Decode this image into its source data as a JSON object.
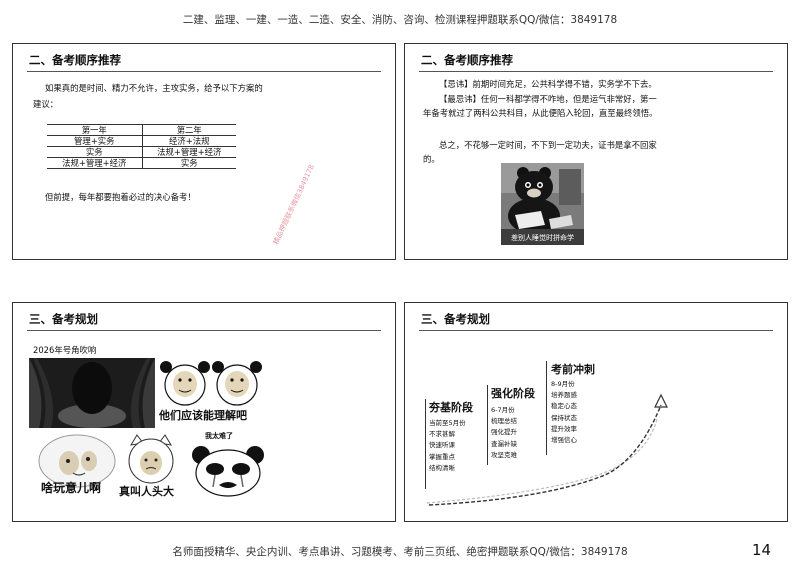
{
  "header": {
    "text": "二建、监理、一建、一造、二造、安全、消防、咨询、检测课程押题联系QQ/微信：3849178"
  },
  "footer": {
    "text": "名师面授精华、央企内训、考点串讲、习题模考、考前三页纸、绝密押题联系QQ/微信：3849178"
  },
  "page_number": "14",
  "watermark": "精品押题联系微信3849178",
  "slide1": {
    "title": "二、备考顺序推荐",
    "intro_line1": "如果真的是时间、精力不允许，主攻实务，给予以下方案的",
    "intro_line2": "建议：",
    "table": {
      "headers": [
        "第一年",
        "第二年"
      ],
      "rows": [
        [
          "管理+实务",
          "经济+法规"
        ],
        [
          "实务",
          "法规+管理+经济"
        ],
        [
          "法规+管理+经济",
          "实务"
        ]
      ]
    },
    "closing": "但前提，每年都要抱着必过的决心备考！"
  },
  "slide2": {
    "title": "二、备考顺序推荐",
    "tip_line": "【忌讳】前期时间充足，公共科学得不错，实务学不下去。",
    "taboo_line1": "【最忌讳】任何一科都学得不咋地，但是运气非常好，第一",
    "taboo_line2": "年备考就过了两科公共科目，从此便陷入轮回，直至最终领悟。",
    "summary_line1": "总之，不花够一定时间，不下到一定功夫，证书是拿不回家",
    "summary_line2": "的。",
    "image_caption": "差别人睡觉时拼命学"
  },
  "slide3": {
    "title": "三、备考规划",
    "subtitle": "2026年号角吹响",
    "meme_caption_1": "他们应该能理解吧",
    "meme_caption_2": "啥玩意儿啊",
    "meme_caption_3": "真叫人头大",
    "meme_caption_4": "我太难了"
  },
  "slide4": {
    "title": "三、备考规划",
    "stages": [
      {
        "name": "夯基阶段",
        "items": [
          "当前至5月份",
          "不求甚解",
          "快速听课",
          "掌握重点",
          "结构清晰"
        ]
      },
      {
        "name": "强化阶段",
        "items": [
          "6-7月份",
          "梳理总结",
          "强化提升",
          "查漏补缺",
          "攻坚克难"
        ]
      },
      {
        "name": "考前冲刺",
        "items": [
          "8-9月份",
          "培养题感",
          "稳定心态",
          "保持状态",
          "提升效率",
          "增强信心"
        ]
      }
    ]
  }
}
